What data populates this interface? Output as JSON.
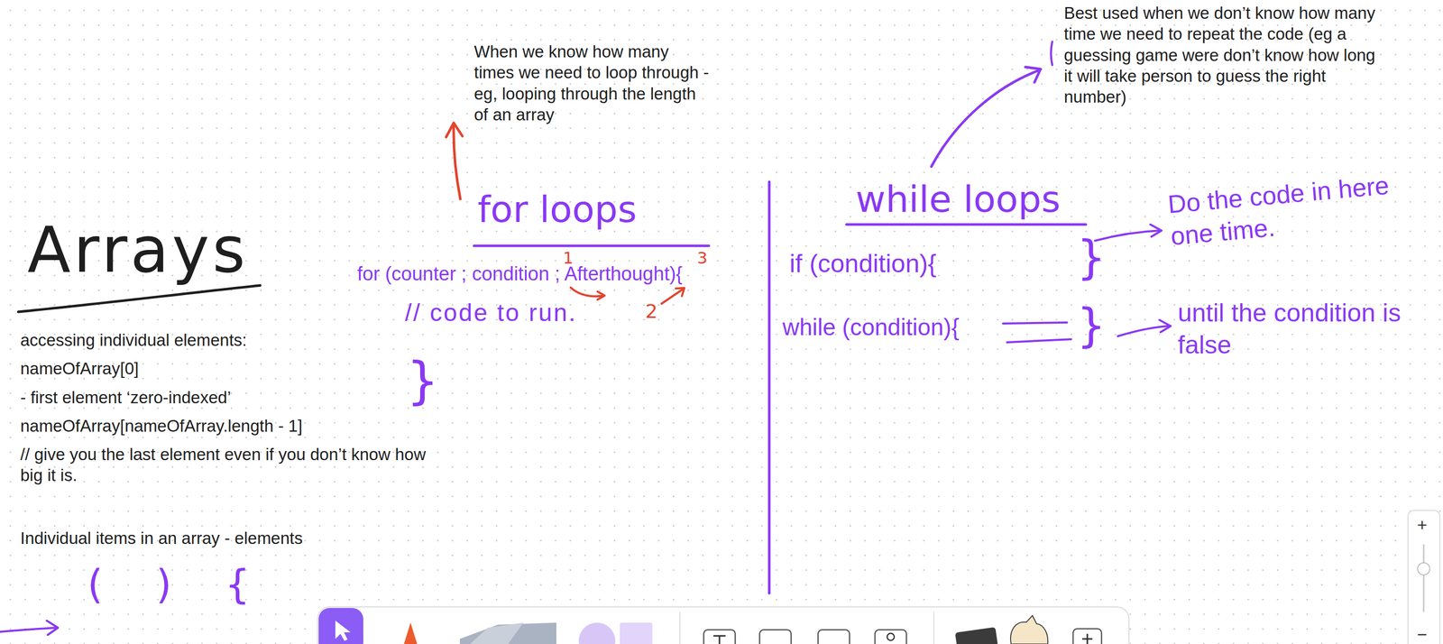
{
  "diagram": {
    "labels": [
      "Arrays",
      "accessing individual elements:",
      "nameOfArray[0]",
      "- first element ‘zero-indexed’",
      "nameOfArray[nameOfArray.length - 1]",
      "// give you the last element even if you don’t know how big it is.",
      "Individual items in an array - elements",
      "( ) {",
      "When we know how many times we need to loop through - eg, looping through the length of an array",
      "for loops",
      "1",
      "3",
      "for (counter ; condition ; Afterthought){",
      "// code to run.",
      "2",
      "}",
      "Best used when we don’t know how many time we need to repeat the code (eg a guessing game were don’t know how long it will take person to guess the right number)",
      "while loops",
      "if (condition){",
      "}",
      "Do the code in here one time.",
      "while (condition){",
      "}",
      "until the condition is false",
      "+",
      "−"
    ]
  }
}
